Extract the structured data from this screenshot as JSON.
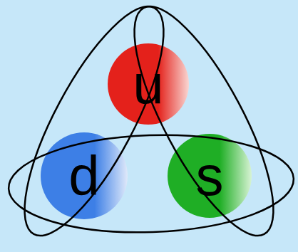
{
  "diagram": {
    "nodes": [
      {
        "text": [
          "u"
        ]
      },
      {
        "text": [
          "d"
        ]
      },
      {
        "text": [
          "s"
        ]
      }
    ]
  }
}
